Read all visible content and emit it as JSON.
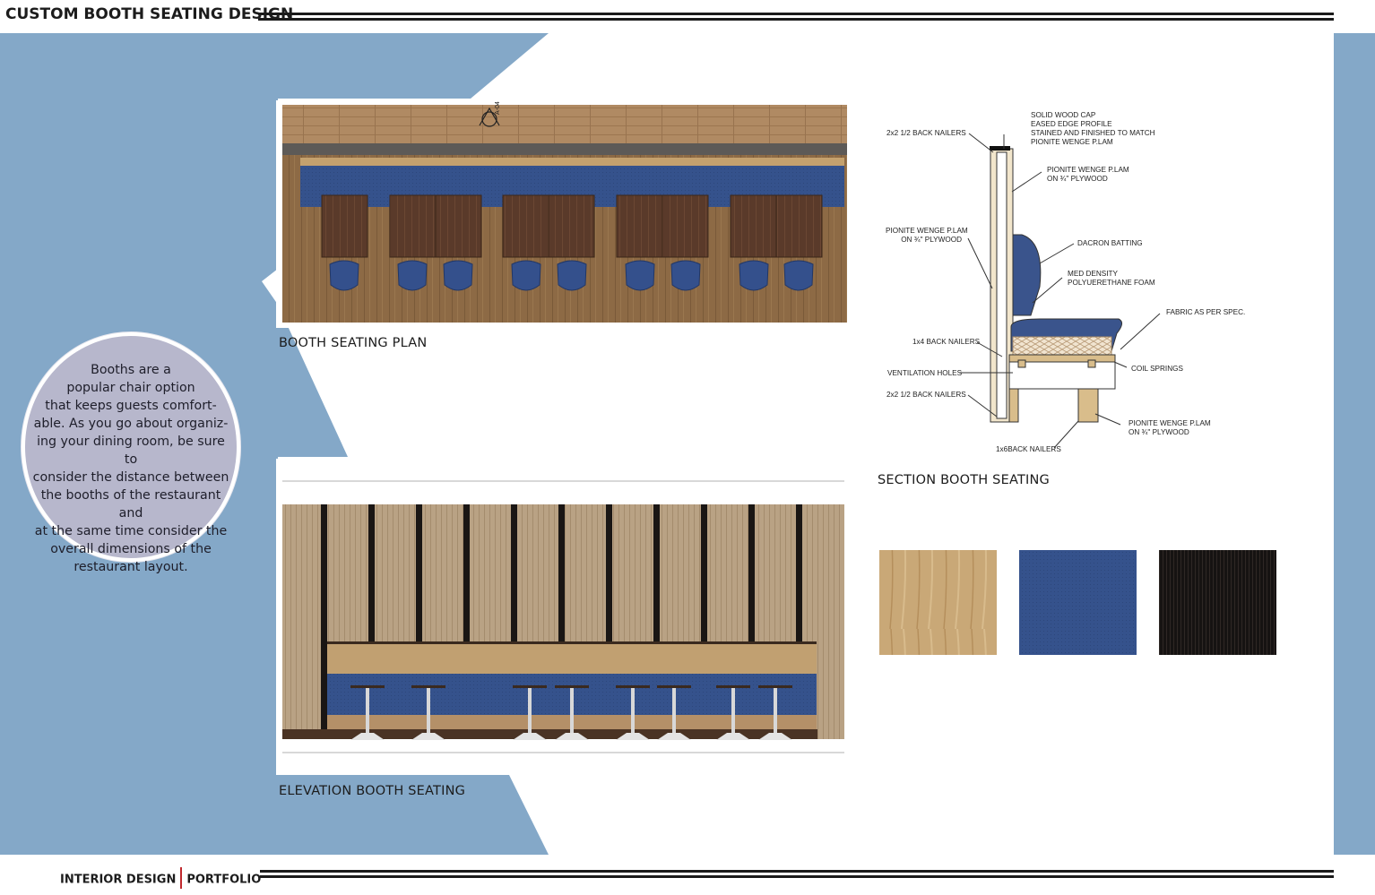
{
  "header": {
    "title": "CUSTOM BOOTH SEATING DESIGN"
  },
  "footer": {
    "left": "INTERIOR DESIGN",
    "right": "PORTFOLIO"
  },
  "intro": {
    "lines": [
      "Booths are a",
      "popular chair option",
      "that keeps guests comfort-",
      "able. As you go about organiz-",
      "ing your dining room, be sure to",
      "consider the distance between",
      "the booths of the restaurant and",
      "at the same time consider the",
      "overall dimensions of the",
      "restaurant layout."
    ]
  },
  "drawings": {
    "plan_label": "BOOTH SEATING PLAN",
    "elevation_label": "ELEVATION BOOTH SEATING",
    "section_label": "SECTION BOOTH SEATING",
    "plan_marker": "A-04"
  },
  "section_notes": {
    "cap": [
      "SOLID WOOD CAP",
      "EASED EDGE PROFILE",
      "STAINED AND FINISHED TO MATCH",
      "PIONITE WENGE P.LAM"
    ],
    "back_nailers_top": "2x2 1/2 BACK NAILERS",
    "plam_top": [
      "PIONITE WENGE P.LAM",
      "ON ¾\" PLYWOOD"
    ],
    "plam_left": [
      "PIONITE WENGE P.LAM",
      "ON ¾\" PLYWOOD"
    ],
    "dacron": "DACRON BATTING",
    "foam": [
      "MED DENSITY",
      "POLYUERETHANE FOAM"
    ],
    "fabric": "FABRIC AS PER SPEC.",
    "back_nailers_1x4": "1x4 BACK NAILERS",
    "ventilation": "VENTILATION HOLES",
    "coil": "COIL SPRINGS",
    "back_nailers_bottom": "2x2 1/2 BACK NAILERS",
    "plam_bottom": [
      "PIONITE WENGE P.LAM",
      "ON ¾\" PLYWOOD"
    ],
    "nailers_1x6": "1x6BACK NAILERS"
  },
  "colors": {
    "panel_blue": "#84a8c8",
    "bubble": "#b7b7cc",
    "fabric_blue": "#34508a",
    "wood": "#a8865a",
    "wenge": "#1a1614",
    "accent_red": "#c0282d"
  },
  "icons": {
    "swatch_1": "light-oak-wood-swatch",
    "swatch_2": "blue-fabric-swatch",
    "swatch_3": "wenge-laminate-swatch"
  }
}
